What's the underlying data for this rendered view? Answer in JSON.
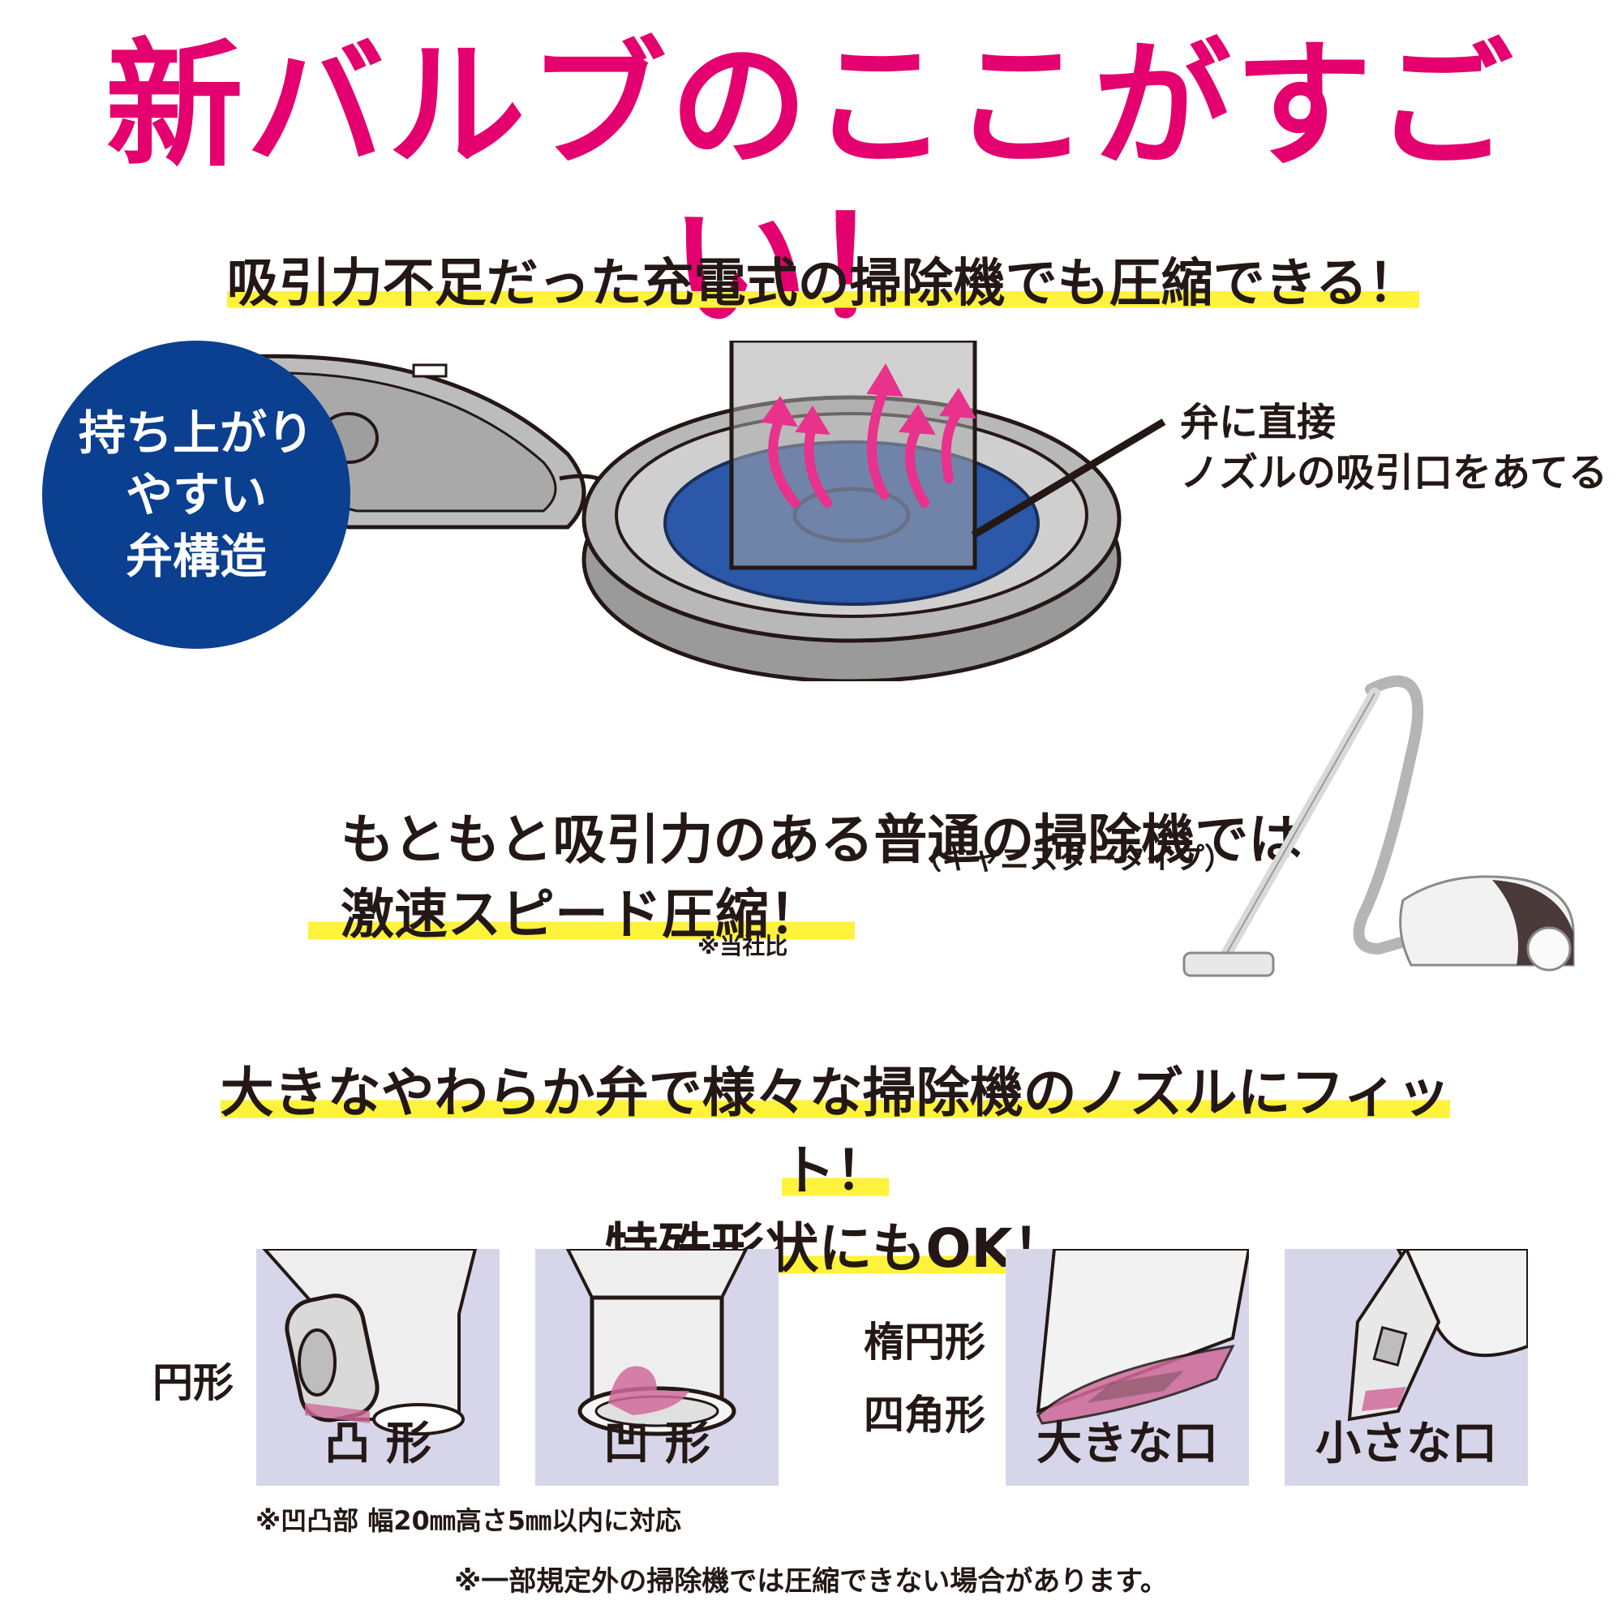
{
  "title": "新バルブのここがすごい！",
  "section1": {
    "heading": "吸引力不足だった充電式の掃除機でも圧縮できる！",
    "badge_lines": [
      "持ち上がり",
      "やすい",
      "弁構造"
    ],
    "callout_lines": [
      "弁に直接",
      "ノズルの吸引口をあてる"
    ]
  },
  "section2": {
    "line1": "もともと吸引力のある普通の掃除機では",
    "line2": "激速スピード圧縮！",
    "canister_label": "（キャニスタータイプ）",
    "note": "※当社比"
  },
  "section3": {
    "heading_line1": "大きなやわらか弁で様々な掃除機のノズルにフィット！",
    "heading_line2": "特殊形状にもOK！",
    "circle_label": "円形",
    "panel_convex": "凸 形",
    "panel_concave": "凹 形",
    "oval_label": "楕円形",
    "square_label": "四角形",
    "panel_large": "大きな口",
    "panel_small": "小さな口",
    "note_size": "※凹凸部 幅20㎜高さ5㎜以内に対応",
    "note_bottom": "※一部規定外の掃除機では圧縮できない場合があります。"
  },
  "colors": {
    "title": "#e4006e",
    "highlight": "#fff23a",
    "badge": "#0b3f8f",
    "valve": "#2b58a8",
    "panel": "#d6d5ea",
    "arrow": "#e8328c"
  }
}
